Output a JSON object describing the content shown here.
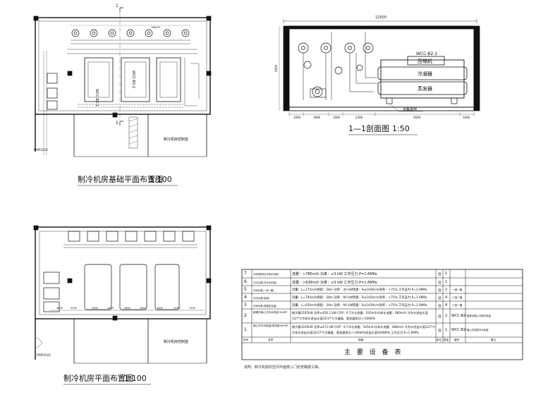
{
  "drawings": {
    "plan_foundation": {
      "title": "制冷机房基础平面布置图",
      "scale": "1:100",
      "room_label": "制冷机房控制室",
      "section_mark": "1",
      "machine_labels": [
        "WCC-B2-1",
        "WCC-B2-2"
      ],
      "pipe_note": "DN450",
      "shaft_label": "FM甲1022"
    },
    "section": {
      "title": "1—1剖面图",
      "scale": "1:50",
      "width_dim": "12500",
      "height_dim": "5000",
      "dims_bottom": [
        "1000",
        "1800",
        "1000",
        "2300",
        "5600",
        "1000"
      ],
      "unit_label": "WCC-B2-1",
      "component_labels": [
        "压缩机",
        "冷凝器",
        "蒸发器"
      ],
      "base_label": "设备基础"
    },
    "plan_layout": {
      "title": "制冷机房平面布置图",
      "scale": "1:100",
      "room_label": "制冷机房控制室",
      "dims": [
        "4000",
        "4000",
        "3550",
        "1800",
        "3600",
        "1800",
        "3600",
        "2250",
        "1500"
      ],
      "shaft_label": "FM甲1022"
    }
  },
  "equipment_table": {
    "caption": "主 要 设 备 表",
    "header": [
      "序号",
      "名称",
      "规格",
      "单位",
      "数量",
      "编号",
      "备注"
    ],
    "rows": [
      {
        "no": "7",
        "name": "冷却塔风机(冷却水系统)",
        "spec": "流量：>785m/h 功率：≤3 kW 工作压力:P=1.6MPa",
        "unit": "台",
        "qty": "1",
        "code": "",
        "remark": ""
      },
      {
        "no": "6",
        "name": "冷冻水泵(冷冻水系统)",
        "spec": "流量：>638m/h 功率：≤3 kW 工作压力:P=1.6MPa",
        "unit": "台",
        "qty": "1",
        "code": "",
        "remark": ""
      },
      {
        "no": "5",
        "name": "冷却水泵(一用一备)",
        "spec": "流量：L=175m/h扬程：26m 功率：30 kW转速：R≤1450r/m效率：>75% 工作压力:P=1.0MPa",
        "unit": "台",
        "qty": "2",
        "code": "一用一备",
        "remark": ""
      },
      {
        "no": "4",
        "name": "冷冻水泵(变频)",
        "spec": "流量：L=785m/h扬程：28m 功率：90 kW转速：R≤1450r/m效率：>75% 工作压力:P=1.6MPa",
        "unit": "台",
        "qty": "4",
        "code": "三用一备",
        "remark": ""
      },
      {
        "no": "3",
        "name": "冷却水泵(变频变流量)",
        "spec": "流量：L=630m/h扬程：26m 功率：90 kW转速：R≤1450r/m效率：>75% 工作压力:P=1.6MPa",
        "unit": "台",
        "qty": "4",
        "code": "三用一备",
        "remark": ""
      },
      {
        "no": "2",
        "name": "磁悬浮离心式冷水机组 900RT",
        "spec": "制冷量3165kW 功率≤456.2 kW COP：6.7冷水流量：545m/h冷却水流量：680m/h 冷冻水进出水温12/7℃冷却水进出水温32/37℃冷凝器、蒸发器承压:<100kPa",
        "unit": "台",
        "qty": "2",
        "code": "WCC-B2-",
        "remark": "磁悬浮离心式制冷机组"
      },
      {
        "no": "1",
        "name": "离心式冷水机组(带变频)900RT",
        "spec": "制冷量3165kW 功率≤472 kW COP：6.7冷水流量：545m/h冷却水流量：680m/h 冷冻水进出水温12/7℃冷却水进出水温32/37℃冷凝器、蒸发器承压:<100kPa进出水温1000KPa 工作压力:P=1.6MPa",
        "unit": "台",
        "qty": "1",
        "code": "WCC-B2-",
        "remark": "离心式变频冷水机组"
      }
    ],
    "note": "说明：制冷机房的空间平面按入门处管路施工做。"
  }
}
